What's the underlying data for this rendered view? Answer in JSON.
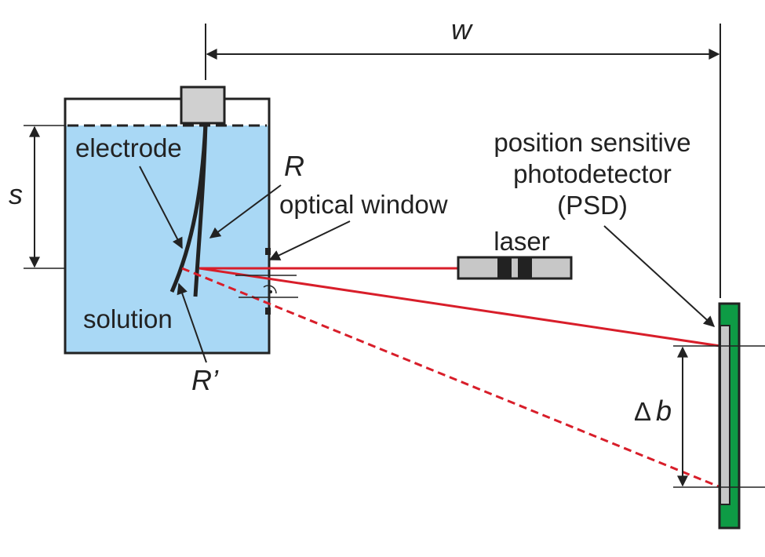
{
  "labels": {
    "width": "w",
    "depth": "s",
    "electrode": "electrode",
    "radius": "R",
    "radius_prime": "R’",
    "optical_window": "optical window",
    "laser": "laser",
    "solution": "solution",
    "psd_line1": "position sensitive",
    "psd_line2": "photodetector",
    "psd_line3": "(PSD)",
    "delta": "Δ",
    "delta_var": "b"
  },
  "colors": {
    "solution": "#a9d8f5",
    "beam": "#d81e2a",
    "psd_frame": "#0e9b45",
    "psd_sensor": "#c7c7c7",
    "laser_body": "#c7c7c7",
    "dark": "#222222"
  }
}
